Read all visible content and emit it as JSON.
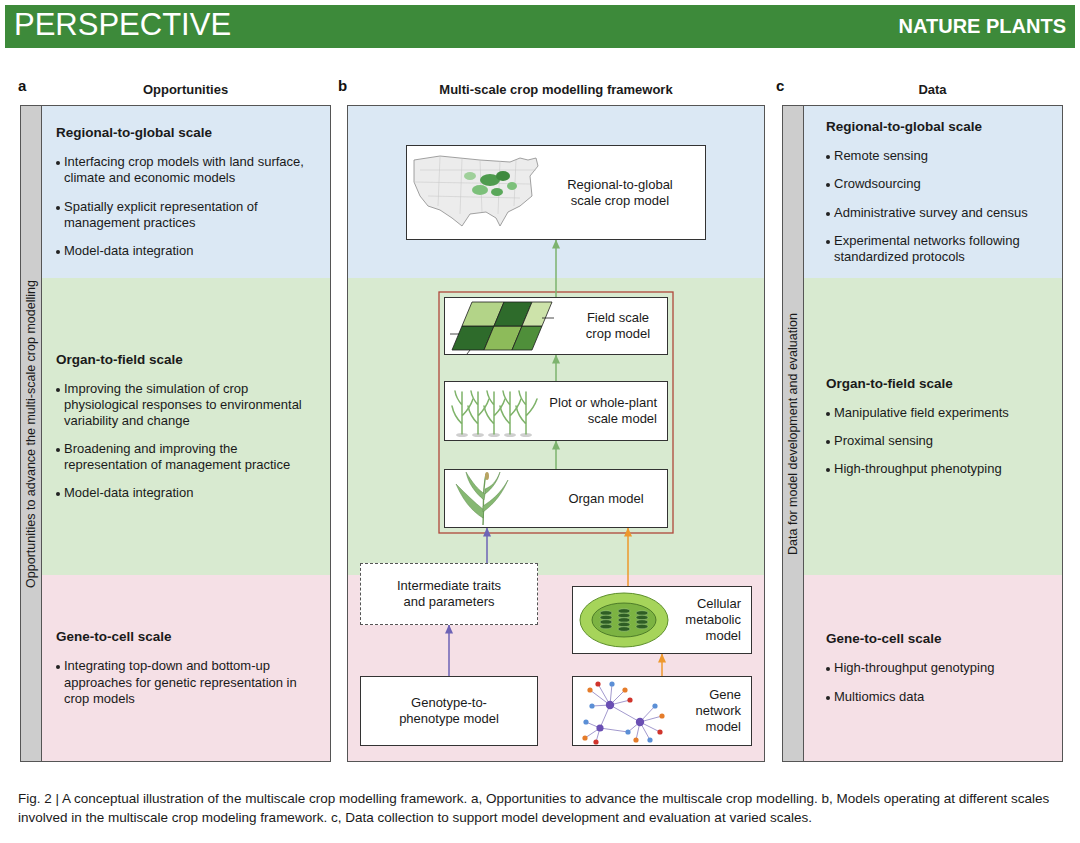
{
  "diagram": {
    "caption": "Fig. 2 | A conceptual illustration of the multiscale crop modelling framework. a, Opportunities to advance the multiscale crop modelling. b, Models operating at different scales involved in the multiscale crop modeling framework. c, Data collection to support model development and evaluation at varied scales.",
    "nodes": [
      {
        "text": [
          "Opportunities",
          "Opportunities to advance the multi-scale crop modelling"
        ]
      },
      {
        "text": [
          "Regional-to-global scale",
          "Interfacing crop models with land surface, climate and economic models",
          "Spatially explicit representation of management practices",
          "Model-data integration"
        ],
        "in": 0
      },
      {
        "text": [
          "Organ-to-field scale",
          "Improving the simulation of crop physiological responses to environmental variability and change",
          "Broadening and improving the representation of management practice",
          "Model-data integration"
        ],
        "in": 0
      },
      {
        "text": [
          "Gene-to-cell scale",
          "Integrating top-down and bottom-up approaches for genetic representation in crop models"
        ],
        "in": 0
      },
      {
        "text": [
          "Multi-scale crop modelling framework"
        ]
      },
      {
        "text": [
          "Regional-to-global scale crop model"
        ],
        "in": 4
      },
      {
        "text": [
          "Field scale crop model"
        ],
        "in": 4
      },
      {
        "text": [
          "Plot or whole-plant scale model"
        ],
        "in": 4
      },
      {
        "text": [
          "Organ model"
        ],
        "in": 4
      },
      {
        "text": [
          "Intermediate traits and parameters"
        ],
        "in": 4
      },
      {
        "text": [
          "Cellular metabolic model"
        ],
        "in": 4
      },
      {
        "text": [
          "Genotype-to-phenotype model"
        ],
        "in": 4
      },
      {
        "text": [
          "Gene network model"
        ],
        "in": 4
      },
      {
        "text": [
          "Data",
          "Data for model development and evaluation"
        ]
      },
      {
        "text": [
          "Regional-to-global scale",
          "Remote sensing",
          "Crowdsourcing",
          "Administrative survey and census",
          "Experimental networks following standardized protocols"
        ],
        "in": 13
      },
      {
        "text": [
          "Organ-to-field scale",
          "Manipulative field experiments",
          "Proximal sensing",
          "High-throughput phenotyping"
        ],
        "in": 13
      },
      {
        "text": [
          "Gene-to-cell scale",
          "High-throughput genotyping",
          "Multiomics data"
        ],
        "in": 13
      }
    ],
    "edges": [
      {
        "from": 6,
        "to": 5,
        "arrow": "to"
      },
      {
        "from": 7,
        "to": 6,
        "arrow": "to"
      },
      {
        "from": 8,
        "to": 7,
        "arrow": "to"
      },
      {
        "from": 9,
        "to": 8,
        "arrow": "to"
      },
      {
        "from": 10,
        "to": 8,
        "arrow": "to"
      },
      {
        "from": 11,
        "to": 9,
        "arrow": "to"
      },
      {
        "from": 12,
        "to": 10,
        "arrow": "to"
      }
    ],
    "labels": [
      "PERSPECTIVE",
      "NATURE PLANTS",
      "a",
      "b",
      "c"
    ]
  }
}
